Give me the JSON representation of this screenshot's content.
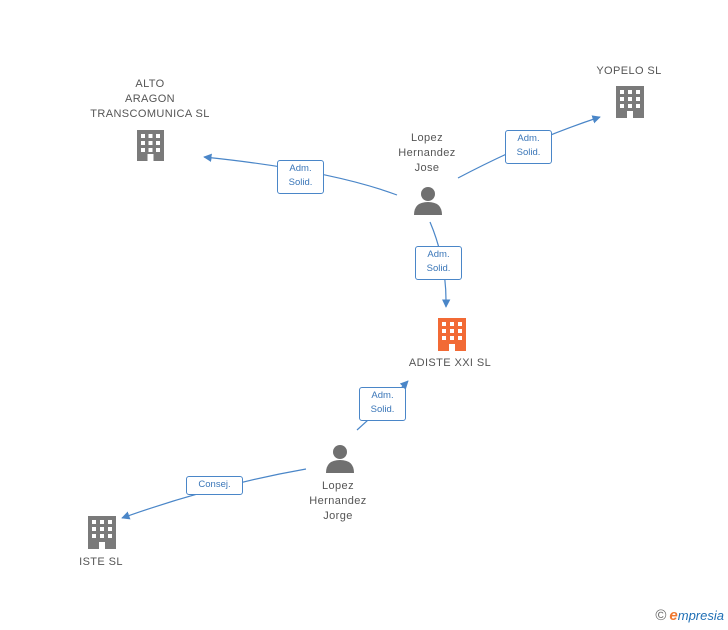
{
  "colors": {
    "edge": "#4a86c8",
    "company": "#7a7a7a",
    "company_focus": "#f26a35",
    "person": "#707070"
  },
  "nodes": {
    "alto": {
      "label": "ALTO\nARAGON\nTRANSCOMUNICA SL",
      "icon": "building-icon"
    },
    "yopelo": {
      "label": "YOPELO SL",
      "icon": "building-icon"
    },
    "jose": {
      "label": "Lopez\nHernandez\nJose",
      "icon": "person-icon"
    },
    "adiste": {
      "label": "ADISTE XXI SL",
      "icon": "building-icon"
    },
    "jorge": {
      "label": "Lopez\nHernandez\nJorge",
      "icon": "person-icon"
    },
    "iste": {
      "label": "ISTE  SL",
      "icon": "building-icon"
    }
  },
  "edges": {
    "jose_alto": "Adm.\nSolid.",
    "jose_yopelo": "Adm.\nSolid.",
    "jose_adiste": "Adm.\nSolid.",
    "jorge_adiste": "Adm.\nSolid.",
    "jorge_iste": "Consej."
  },
  "brand": {
    "copyright": "©",
    "initial": "e",
    "name": "mpresia"
  }
}
